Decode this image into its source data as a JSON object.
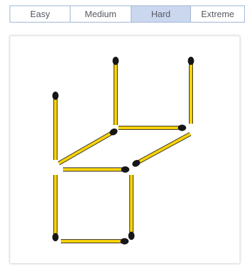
{
  "difficulty_tabs": [
    {
      "label": "Easy",
      "active": false
    },
    {
      "label": "Medium",
      "active": false
    },
    {
      "label": "Hard",
      "active": true
    },
    {
      "label": "Extreme",
      "active": false
    }
  ],
  "colors": {
    "stick_fill": "#f5d20a",
    "stick_outline": "#3a3320",
    "match_head": "#161616",
    "tab_active_bg": "#cbd7ef",
    "tab_border": "#9fb6d6"
  },
  "matchstick_count": 10
}
